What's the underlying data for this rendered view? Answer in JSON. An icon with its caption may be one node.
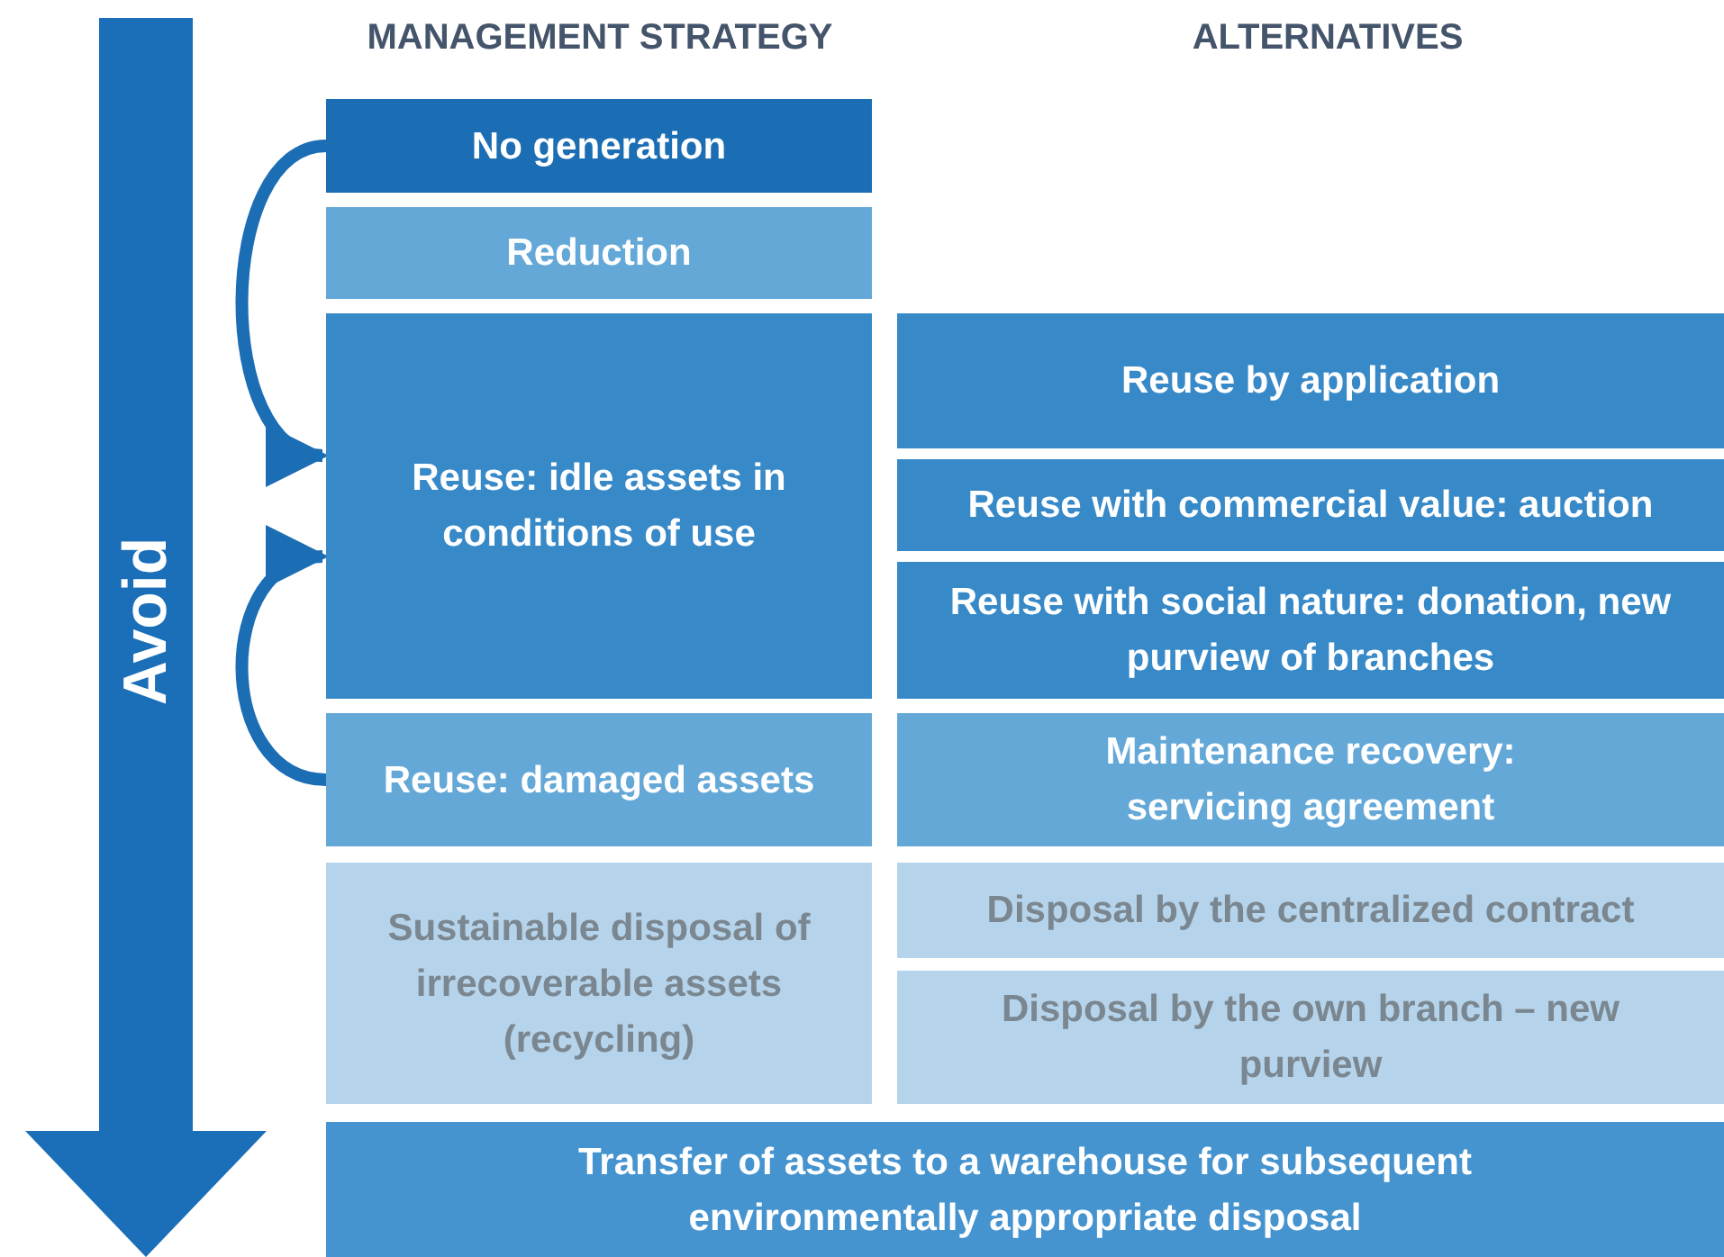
{
  "diagram": {
    "nodes": [
      {
        "text": [
          "No generation"
        ]
      },
      {
        "text": [
          "Reduction"
        ]
      },
      {
        "text": [
          "Reuse: idle assets in conditions of use"
        ]
      },
      {
        "text": [
          "Reuse: damaged assets"
        ]
      },
      {
        "text": [
          "Sustainable disposal of irrecoverable assets (recycling)"
        ]
      },
      {
        "text": [
          "Reuse by application"
        ]
      },
      {
        "text": [
          "Reuse with commercial value: auction"
        ]
      },
      {
        "text": [
          "Reuse with social nature: donation, new purview of branches"
        ]
      },
      {
        "text": [
          "Maintenance recovery: servicing agreement"
        ]
      },
      {
        "text": [
          "Disposal by the centralized contract"
        ]
      },
      {
        "text": [
          "Disposal by the own branch – new purview"
        ]
      },
      {
        "text": [
          "Transfer of assets to a warehouse for subsequent environmentally appropriate disposal"
        ]
      }
    ],
    "edges": [
      {
        "from": 0,
        "to": 2,
        "arrow": "to"
      },
      {
        "from": 3,
        "to": 2,
        "arrow": "to"
      }
    ],
    "labels": [
      "MANAGEMENT STRATEGY",
      "ALTERNATIVES",
      "Avoid"
    ]
  }
}
